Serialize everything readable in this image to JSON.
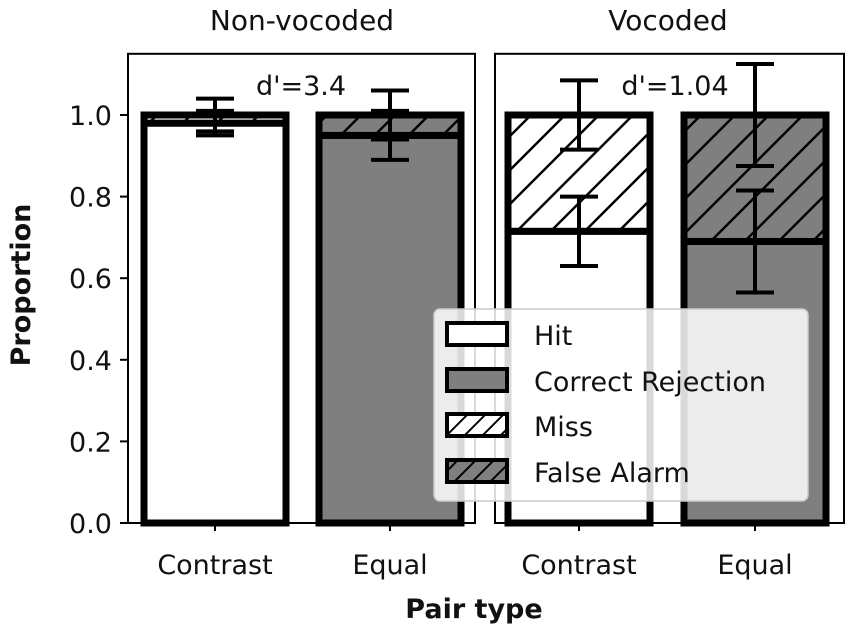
{
  "chart_data": {
    "type": "bar",
    "stacked": true,
    "ylabel": "Proportion",
    "xlabel": "Pair type",
    "ylim": [
      0,
      1.15
    ],
    "yticks": [
      "0.0",
      "0.2",
      "0.4",
      "0.6",
      "0.8",
      "1.0"
    ],
    "grid": false,
    "legend": {
      "position": "lower-right",
      "entries": [
        {
          "label": "Hit",
          "fill": "#ffffff",
          "hatch": false
        },
        {
          "label": "Correct Rejection",
          "fill": "#7f7f7f",
          "hatch": false
        },
        {
          "label": "Miss",
          "fill": "#ffffff",
          "hatch": true
        },
        {
          "label": "False Alarm",
          "fill": "#7f7f7f",
          "hatch": true
        }
      ]
    },
    "panels": [
      {
        "title": "Non-vocoded",
        "annotation": "d'=3.4",
        "categories": [
          "Contrast",
          "Equal"
        ],
        "bars": [
          {
            "category": "Contrast",
            "bottom_label": "Hit",
            "bottom": 0.98,
            "top_label": "Miss",
            "top": 0.02,
            "bottom_err": [
              0.95,
              1.01
            ],
            "top_err": [
              0.96,
              1.04
            ]
          },
          {
            "category": "Equal",
            "bottom_label": "Correct Rejection",
            "bottom": 0.95,
            "top_label": "False Alarm",
            "top": 0.05,
            "bottom_err": [
              0.89,
              1.01
            ],
            "top_err": [
              0.94,
              1.06
            ]
          }
        ]
      },
      {
        "title": "Vocoded",
        "annotation": "d'=1.04",
        "categories": [
          "Contrast",
          "Equal"
        ],
        "bars": [
          {
            "category": "Contrast",
            "bottom_label": "Hit",
            "bottom": 0.715,
            "top_label": "Miss",
            "top": 0.285,
            "bottom_err": [
              0.63,
              0.8
            ],
            "top_err": [
              0.915,
              1.085
            ]
          },
          {
            "category": "Equal",
            "bottom_label": "Correct Rejection",
            "bottom": 0.69,
            "top_label": "False Alarm",
            "top": 0.31,
            "bottom_err": [
              0.565,
              0.815
            ],
            "top_err": [
              0.875,
              1.125
            ]
          }
        ]
      }
    ],
    "colors": {
      "hit": "#ffffff",
      "correct_rejection": "#7f7f7f",
      "edge": "#000000"
    }
  }
}
